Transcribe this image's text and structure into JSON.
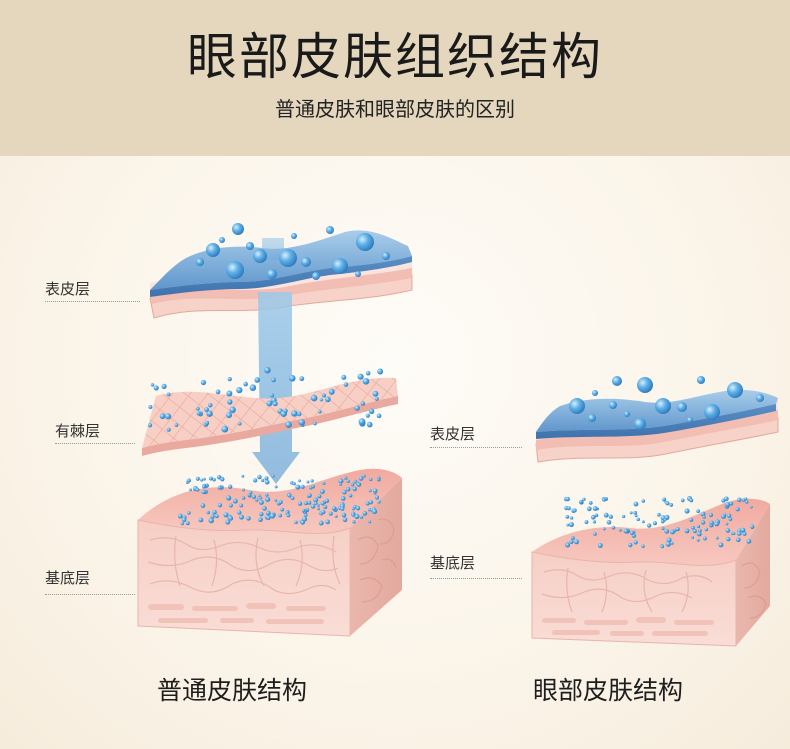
{
  "header": {
    "title": "眼部皮肤组织结构",
    "subtitle": "普通皮肤和眼部皮肤的区别"
  },
  "left_diagram": {
    "labels": {
      "epidermis": "表皮层",
      "spinous": "有棘层",
      "basal": "基底层"
    },
    "caption": "普通皮肤结构"
  },
  "right_diagram": {
    "labels": {
      "epidermis": "表皮层",
      "basal": "基底层"
    },
    "caption": "眼部皮肤结构"
  },
  "colors": {
    "header_bg": "#e4d7bd",
    "water_layer": "#6fa4d4",
    "skin_pink": "#f2c4bc",
    "tissue_pink": "#f5d3cb",
    "bubble": "#3a8fd0",
    "arrow": "#7fb6df"
  }
}
